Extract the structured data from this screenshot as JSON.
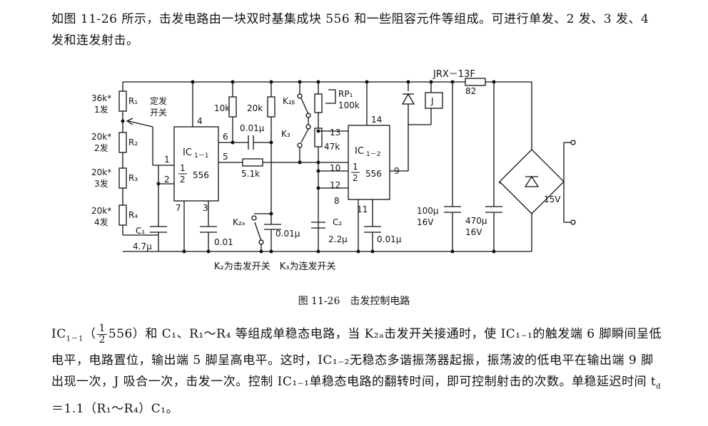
{
  "intro_text": "如图 11-26 所示，击发电路由一块双时基集成块 556 和一些阻容元件等组成。可进行单发、2 发、3 发、4 发和连发射击。",
  "figure": {
    "caption": "图 11-26　击发控制电路",
    "relay": "JRX－13F",
    "r82": "82",
    "ic1_top": "IC",
    "ic1_sub": "1－1",
    "ic2_top": "IC",
    "ic2_sub": "1－2",
    "half": "1",
    "half_den": "2",
    "chip": "556",
    "labels": {
      "r1_val": "36k*",
      "r1_note": "1发",
      "r1": "R₁",
      "r2_val": "20k*",
      "r2_note": "2发",
      "r2": "R₂",
      "r3_val": "20k*",
      "r3_note": "3发",
      "r3": "R₃",
      "r4_val": "20k*",
      "r4_note": "4发",
      "r4": "R₄",
      "dingfa1": "定发",
      "dingfa2": "开关",
      "c1": "C₁",
      "c1_val": "4.7μ",
      "r10k": "10k",
      "r20k": "20k",
      "c001a": "0.01μ",
      "r51k": "5.1k",
      "c001b": "0.01",
      "k2a": "K₂ₐ",
      "c001c": "0.01μ",
      "k2b": "K₂ᵦ",
      "k3": "K₃",
      "rp1": "RP₁",
      "rp1_val": "100k",
      "r47k": "47k",
      "c2": "C₂",
      "c2_val": "2.2μ",
      "c001d": "0.01μ",
      "c100": "100μ",
      "c100v": "16V",
      "c470": "470μ",
      "c470v": "16V",
      "v15": "15V",
      "j": "J",
      "pin1": "1",
      "pin2": "2",
      "pin3": "3",
      "pin4": "4",
      "pin5": "5",
      "pin6": "6",
      "pin7": "7",
      "pin8": "8",
      "pin9": "9",
      "pin10": "10",
      "pin11": "11",
      "pin12": "12",
      "pin13": "13",
      "pin14": "14",
      "k_note": "K₂为击发开关　K₃为连发开关"
    }
  },
  "body": {
    "part1": "IC",
    "part1_sub": "1－1",
    "frac_num": "1",
    "frac_den": "2",
    "part2": "556）和 C₁、R₁～R₄ 等组成单稳态电路，当 K₂ₐ击发开关接通时，使 IC₁₋₁的触发端 6 脚瞬间呈低电平，电路置位，输出端 5 脚呈高电平。这时，IC₁₋₂无稳态多谐振荡器起振，振荡波的低电平在输出端 9 脚出现一次，J 吸合一次，击发一次。控制 IC₁₋₁单稳态电路的翻转时间，即可控制射击的次数。单稳延迟时间 t",
    "part2_sub": "d",
    "part3": "＝1.1（R₁～R₄）C₁。"
  }
}
